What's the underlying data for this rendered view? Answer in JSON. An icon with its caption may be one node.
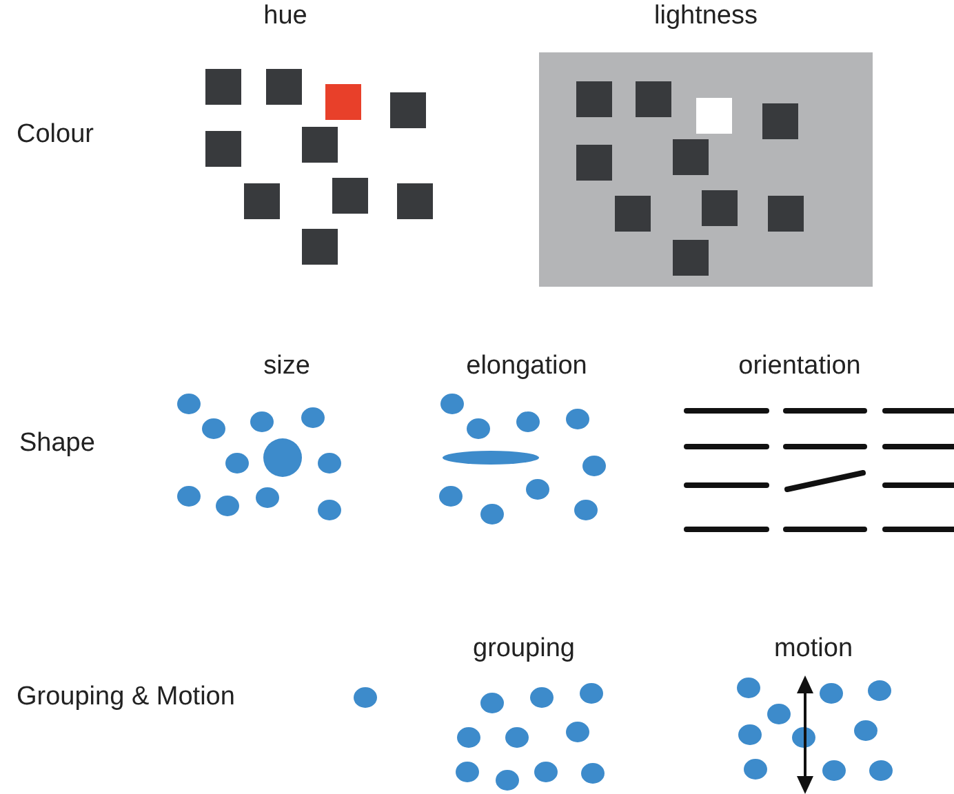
{
  "diagram": {
    "labels": [
      "hue",
      "lightness",
      "Colour",
      "size",
      "elongation",
      "orientation",
      "Shape",
      "grouping",
      "motion",
      "Grouping & Motion"
    ]
  }
}
